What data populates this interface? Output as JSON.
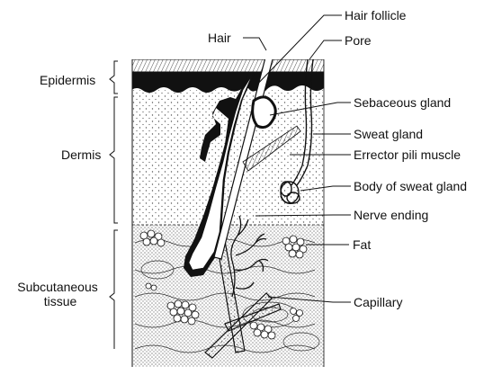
{
  "labels": {
    "layers": {
      "epidermis": "Epidermis",
      "dermis": "Dermis",
      "subcutaneous_line1": "Subcutaneous",
      "subcutaneous_line2": "tissue"
    },
    "structures": {
      "hair": "Hair",
      "hair_follicle": "Hair follicle",
      "pore": "Pore",
      "sebaceous_gland": "Sebaceous gland",
      "sweat_gland": "Sweat gland",
      "erector_pili_muscle": "Errector pili muscle",
      "body_of_sweat_gland": "Body of sweat gland",
      "nerve_ending": "Nerve ending",
      "fat": "Fat",
      "capillary": "Capillary"
    }
  },
  "colors": {
    "ink": "#111111",
    "background": "#ffffff",
    "stipple": "#555555"
  }
}
